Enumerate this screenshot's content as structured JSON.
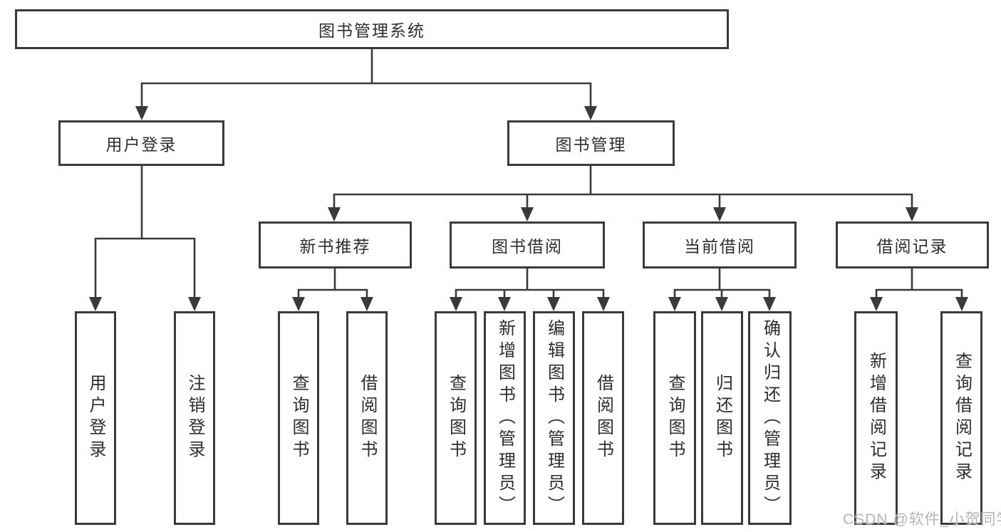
{
  "diagram": {
    "root": {
      "label": "图书管理系统"
    },
    "level2": [
      {
        "label": "用户登录"
      },
      {
        "label": "图书管理"
      }
    ],
    "level3": [
      {
        "label": "新书推荐"
      },
      {
        "label": "图书借阅"
      },
      {
        "label": "当前借阅"
      },
      {
        "label": "借阅记录"
      }
    ],
    "leaves": [
      {
        "label": "用户登录"
      },
      {
        "label": "注销登录"
      },
      {
        "label": "查询图书"
      },
      {
        "label": "借阅图书"
      },
      {
        "label": "查询图书"
      },
      {
        "label": "新增图书（管理员）"
      },
      {
        "label": "编辑图书（管理员）"
      },
      {
        "label": "借阅图书"
      },
      {
        "label": "查询图书"
      },
      {
        "label": "归还图书"
      },
      {
        "label": "确认归还（管理员）"
      },
      {
        "label": "新增借阅记录"
      },
      {
        "label": "查询借阅记录"
      }
    ]
  },
  "watermark": {
    "text": "CSDN @软件_小贺同学"
  },
  "colors": {
    "line": "#3a3a3a",
    "text": "#2e2e2e",
    "watermark": "#b5b5b5",
    "background": "#ffffff"
  }
}
